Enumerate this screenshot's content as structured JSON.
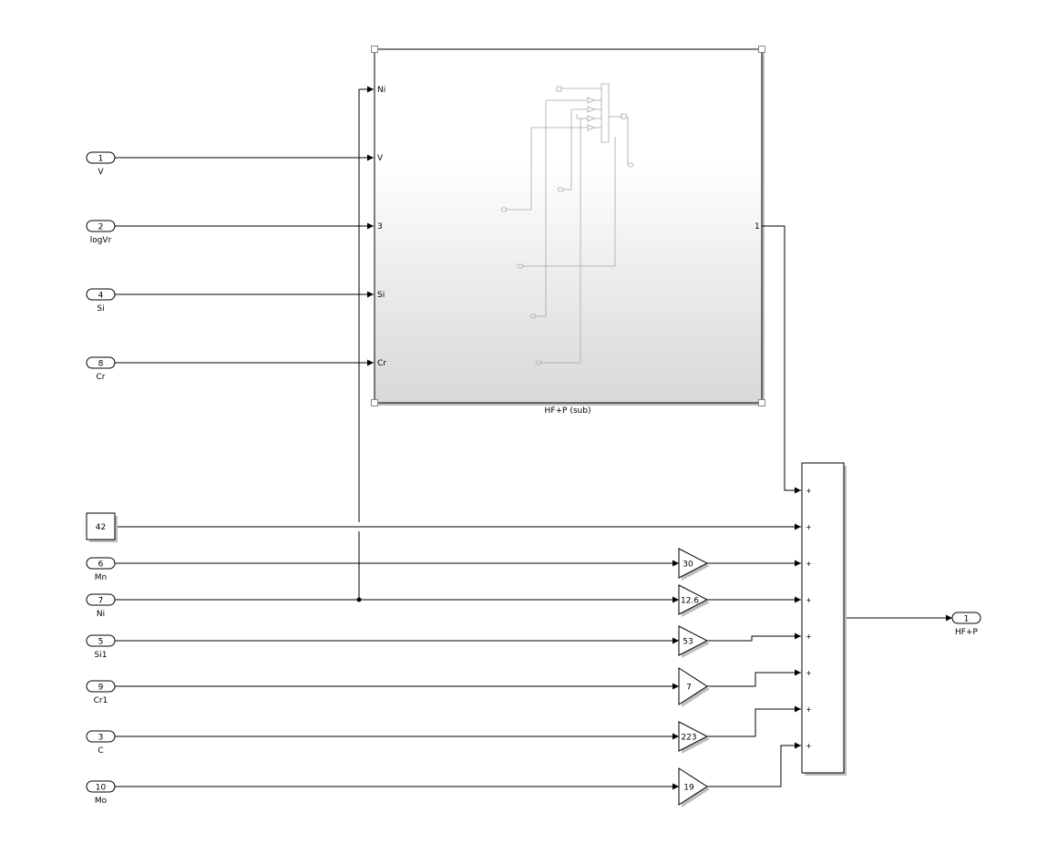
{
  "diagram": {
    "inports": [
      {
        "num": "1",
        "label": "V"
      },
      {
        "num": "2",
        "label": "logVr"
      },
      {
        "num": "4",
        "label": "Si"
      },
      {
        "num": "8",
        "label": "Cr"
      },
      {
        "num": "6",
        "label": "Mn"
      },
      {
        "num": "7",
        "label": "Ni"
      },
      {
        "num": "5",
        "label": "Si1"
      },
      {
        "num": "9",
        "label": "Cr1"
      },
      {
        "num": "3",
        "label": "C"
      },
      {
        "num": "10",
        "label": "Mo"
      }
    ],
    "subsystem": {
      "name": "HF+P (sub)",
      "inputs": [
        "Ni",
        "V",
        "3",
        "Si",
        "Cr"
      ],
      "output": "1"
    },
    "constant": {
      "value": "42"
    },
    "gains": [
      "30",
      "12.6",
      "53",
      "7",
      "223",
      "19"
    ],
    "sum": {
      "signs": [
        "+",
        "+",
        "+",
        "+",
        "+",
        "+",
        "+",
        "+"
      ]
    },
    "outport": {
      "num": "1",
      "label": "HF+P"
    }
  }
}
